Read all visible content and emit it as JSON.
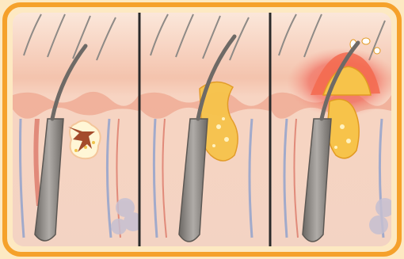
{
  "panels": [
    {
      "id": "panel-1",
      "stage": "clogged-follicle"
    },
    {
      "id": "panel-2",
      "stage": "sebum-buildup"
    },
    {
      "id": "panel-3",
      "stage": "inflamed-pimple"
    }
  ],
  "colors": {
    "background": "#fde9c2",
    "frame_border": "#f5a12b",
    "skin_surface": "#f2b59a",
    "dermis": "#f7d2c0",
    "epidermis_band": "#ee9f86",
    "hair": "#8e8a86",
    "hair_shaft_dark": "#5b5753",
    "sebum": "#f7c34a",
    "clog": "#a44c2c",
    "inflammation": "#e43a3a",
    "vein_blue": "#7d98cf",
    "vessel_red": "#d45a4a",
    "divider": "#2a2a2a"
  },
  "icons": [
    "hair-follicle-icon",
    "sebaceous-gland-icon",
    "blood-vessel-icon",
    "fat-lobule-icon"
  ]
}
